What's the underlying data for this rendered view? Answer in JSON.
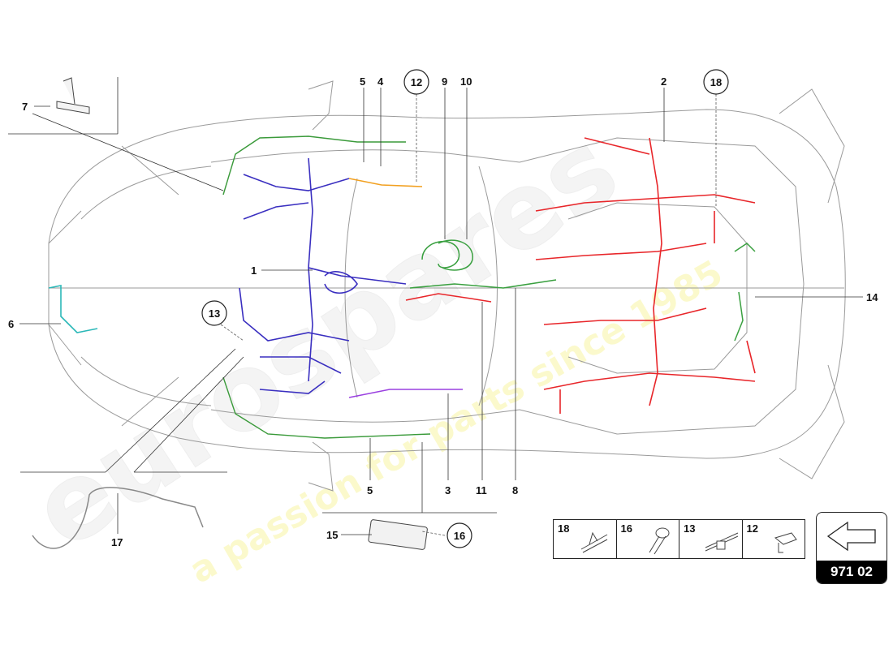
{
  "diagram": {
    "callouts": {
      "c1": "1",
      "c2": "2",
      "c3": "3",
      "c4": "4",
      "c5a": "5",
      "c5b": "5",
      "c6": "6",
      "c7": "7",
      "c8": "8",
      "c9": "9",
      "c10": "10",
      "c11": "11",
      "c12": "12",
      "c13": "13",
      "c14": "14",
      "c15": "15",
      "c16": "16",
      "c17": "17",
      "c18": "18"
    },
    "harness_colors": {
      "main_front": "#3a2fc0",
      "rear_engine": "#e8262a",
      "side": "#3a9a3a",
      "cyan": "#2bb8b8",
      "orange": "#f2a020",
      "purple": "#9a40e0",
      "center_green": "#3aa040",
      "center_red": "#e8262a"
    }
  },
  "legend": {
    "items": [
      {
        "number": "18",
        "icon": "clip-icon"
      },
      {
        "number": "16",
        "icon": "screw-icon"
      },
      {
        "number": "13",
        "icon": "cable-tie-holder-icon"
      },
      {
        "number": "12",
        "icon": "bracket-clip-icon"
      }
    ]
  },
  "nav": {
    "icon": "arrow-left-icon",
    "page_code": "971 02"
  },
  "watermark": {
    "brand": "eurospares",
    "slogan": "a passion for parts since 1985"
  }
}
